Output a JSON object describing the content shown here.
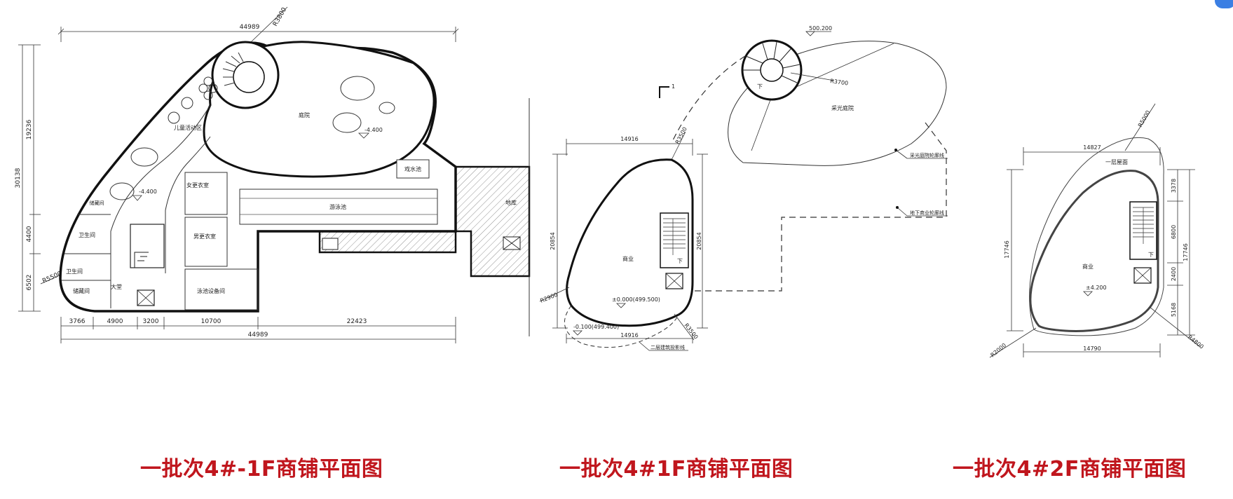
{
  "captions": {
    "minus1f": "一批次4#-1F商铺平面图",
    "f1": "一批次4#1F商铺平面图",
    "f2": "一批次4#2F商铺平面图"
  },
  "plan_b1": {
    "dims": {
      "top": "44989",
      "radius_top": "R3800",
      "left_total": "30138",
      "left_a": "19236",
      "left_b": "4400",
      "left_c": "6502",
      "radius_left": "R5500",
      "bottom_1": "3766",
      "bottom_2": "4900",
      "bottom_3": "3200",
      "bottom_4": "10700",
      "bottom_5": "22423",
      "bottom_total": "44989"
    },
    "rooms": {
      "courtyard": "庭院",
      "courtyard_level": "-4.400",
      "kids_area": "儿童活动区",
      "level_left": "-4.400",
      "female_locker": "女更衣室",
      "male_locker": "男更衣室",
      "pool": "游泳池",
      "kids_pool": "戏水池",
      "pool_equipment": "泳池设备间",
      "toilet_1": "卫生间",
      "toilet_2": "卫生间",
      "small_room": "储藏间",
      "storage": "储藏间",
      "lobby": "大堂",
      "garage": "地库"
    }
  },
  "plan_f1": {
    "dims": {
      "top": "14916",
      "radius_top": "R3500",
      "left": "20854",
      "right": "20854",
      "radius_left": "R2900",
      "radius_bottom": "R3500",
      "bottom": "14916",
      "spiral_level": "500.200",
      "spiral_radius": "R3700"
    },
    "labels": {
      "shop": "商业",
      "level_main": "±0.000(499.500)",
      "level_low": "-0.100(499.400)",
      "down": "下",
      "section_mark": "1",
      "light_courtyard": "采光庭院",
      "courtyard_outline": "采光庭院轮廓线",
      "basement_outline": "地下商业轮廓线",
      "upper_projection": "二层建筑投影线",
      "spiral_down": "下"
    }
  },
  "plan_f2": {
    "dims": {
      "top": "14827",
      "radius_top": "R5000",
      "left": "17746",
      "right_total": "17746",
      "right_1": "3378",
      "right_2": "6800",
      "right_3": "2400",
      "right_4": "5168",
      "radius_bl": "R2000",
      "radius_br": "R4800",
      "bottom": "14790"
    },
    "labels": {
      "roof": "一层屋面",
      "shop": "商业",
      "level": "±4.200",
      "down": "下"
    }
  }
}
